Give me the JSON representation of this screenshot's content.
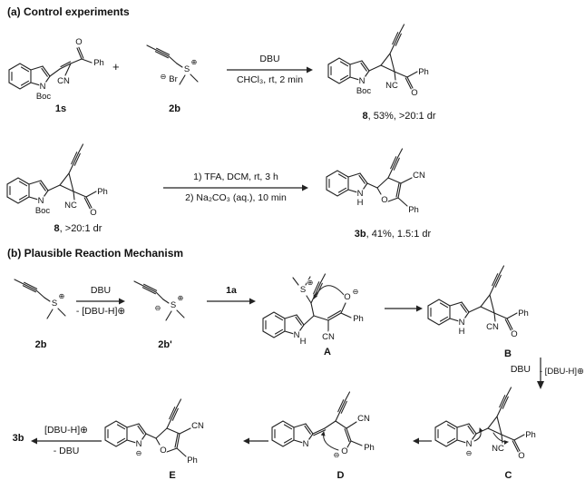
{
  "headings": {
    "a": "(a) Control experiments",
    "b": "(b) Plausible Reaction Mechanism"
  },
  "operators": {
    "plus": "+"
  },
  "arrows": {
    "a1": {
      "top": "DBU",
      "bottom": "CHCl₃, rt, 2 min"
    },
    "a2": {
      "top": "1) TFA, DCM, rt, 3 h",
      "bottom": "2) Na₂CO₃ (aq.), 10 min"
    },
    "b1": {
      "top": "DBU",
      "bottom": "- [DBU-H]⊕"
    },
    "b2": {
      "top": "1a"
    },
    "v1": {
      "left": "DBU",
      "right": "- [DBU-H]⊕"
    },
    "b5": {
      "top": "[DBU-H]⊕",
      "bottom": "- DBU"
    }
  },
  "molecules": {
    "s1": {
      "caption_id": "1s",
      "caption_rest": "",
      "atoms": {
        "n": "N",
        "boc": "Boc",
        "cn": "CN",
        "o": "O",
        "ph": "Ph"
      }
    },
    "s2b": {
      "caption_id": "2b",
      "caption_rest": "",
      "atoms": {
        "s": "S",
        "plus": "⊕",
        "minus": "⊖",
        "br": "Br"
      }
    },
    "s8a": {
      "caption_id": "8",
      "caption_rest": ", 53%, >20:1 dr",
      "atoms": {
        "n": "N",
        "boc": "Boc",
        "nc": "NC",
        "o": "O",
        "ph": "Ph"
      }
    },
    "s8b": {
      "caption_id": "8",
      "caption_rest": ", >20:1 dr",
      "atoms": {
        "n": "N",
        "boc": "Boc",
        "nc": "NC",
        "o": "O",
        "ph": "Ph"
      }
    },
    "s3b": {
      "caption_id": "3b",
      "caption_rest": ", 41%, 1.5:1 dr",
      "atoms": {
        "n": "N",
        "h": "H",
        "o": "O",
        "cn": "CN",
        "ph": "Ph"
      }
    },
    "m2b": {
      "caption_id": "2b",
      "caption_rest": "",
      "atoms": {
        "s": "S",
        "plus": "⊕"
      }
    },
    "m2bp": {
      "caption_id": "2b'",
      "caption_rest": "",
      "atoms": {
        "s": "S",
        "plus": "⊕",
        "minus": "⊖"
      }
    },
    "mA": {
      "caption_id": "A",
      "caption_rest": "",
      "atoms": {
        "s": "S",
        "plus": "⊕",
        "n": "N",
        "h": "H",
        "cn": "CN",
        "o": "O",
        "minus": "⊖",
        "ph": "Ph"
      }
    },
    "mB": {
      "caption_id": "B",
      "caption_rest": "",
      "atoms": {
        "n": "N",
        "h": "H",
        "cn": "CN",
        "o": "O",
        "ph": "Ph"
      }
    },
    "mC": {
      "caption_id": "C",
      "caption_rest": "",
      "atoms": {
        "n": "N",
        "minus": "⊖",
        "nc": "NC",
        "o": "O",
        "ph": "Ph"
      }
    },
    "mD": {
      "caption_id": "D",
      "caption_rest": "",
      "atoms": {
        "n": "N",
        "cn": "CN",
        "o": "O",
        "minus": "⊖",
        "ph": "Ph"
      }
    },
    "mE": {
      "caption_id": "E",
      "caption_rest": "",
      "atoms": {
        "n": "N",
        "minus": "⊖",
        "o": "O",
        "cn": "CN",
        "ph": "Ph"
      }
    },
    "p3b": {
      "caption_id": "3b",
      "caption_rest": ""
    }
  }
}
